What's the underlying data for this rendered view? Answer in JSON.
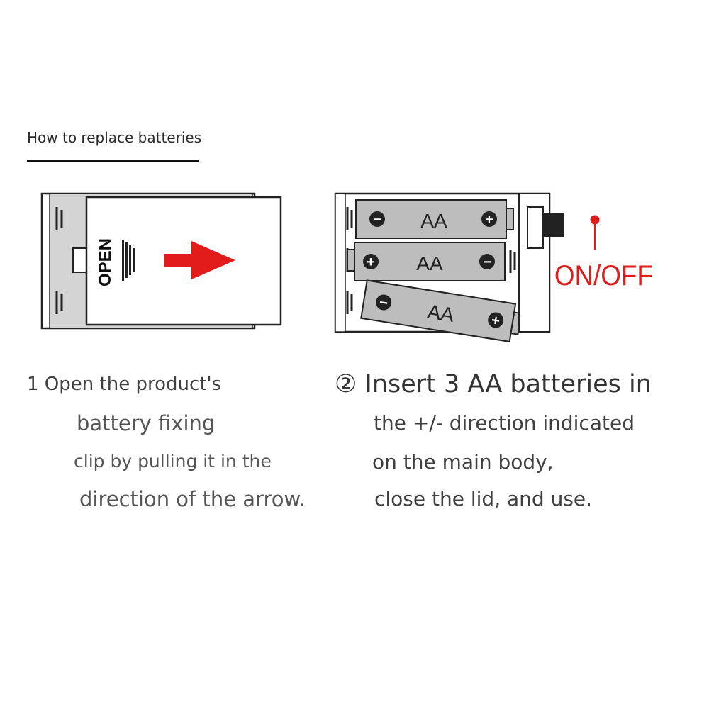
{
  "heading": "How to replace batteries",
  "figure1": {
    "open_label": "OPEN"
  },
  "figure2": {
    "battery_label": "AA",
    "switch_label": "ON/OFF",
    "plus_symbol": "+",
    "minus_symbol": "−"
  },
  "step1": {
    "line1": "1 Open the product's",
    "line2": "battery fixing",
    "line3": "clip by pulling it in the",
    "line4": "direction of the arrow."
  },
  "step2": {
    "line1": "② Insert 3 AA batteries in",
    "line2": "the +/- direction indicated",
    "line3": "on the main body,",
    "line4": "close the lid, and use."
  },
  "colors": {
    "arrow": "#e21b1b",
    "battery_fill": "#bdbdbd",
    "case_fill": "#d6d6d6"
  }
}
